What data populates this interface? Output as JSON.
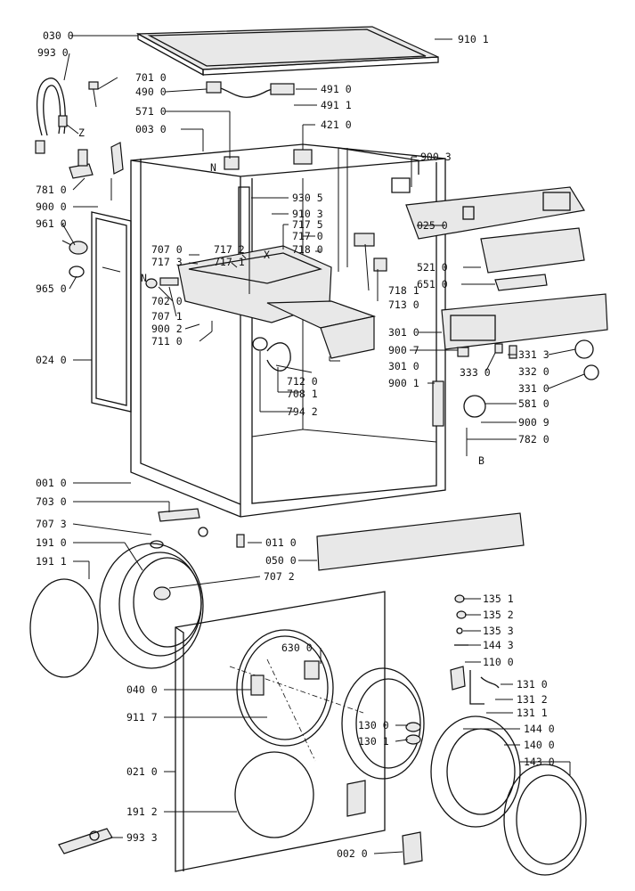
{
  "diagram": {
    "part_labels": [
      "030 0",
      "993 0",
      "701 0",
      "490 0",
      "571 0",
      "003 0",
      "781 0",
      "900 0",
      "961 0",
      "965 0",
      "024 0",
      "910 1",
      "491 0",
      "491 1",
      "421 0",
      "900 3",
      "930 5",
      "910 3",
      "717 5",
      "717 0",
      "718 0",
      "707 0",
      "717 2",
      "717 3",
      "717 1",
      "702 0",
      "707 1",
      "900 2",
      "711 0",
      "718 1",
      "713 0",
      "025 0",
      "521 0",
      "651 0",
      "301 0",
      "900 7",
      "301 0",
      "712 0",
      "708 1",
      "794 2",
      "333 0",
      "331 3",
      "332 0",
      "331 0",
      "900 1",
      "581 0",
      "900 9",
      "782 0",
      "001 0",
      "703 0",
      "707 3",
      "191 0",
      "191 1",
      "011 0",
      "050 0",
      "707 2",
      "135 1",
      "135 2",
      "135 3",
      "144 3",
      "110 0",
      "131 0",
      "131 2",
      "131 1",
      "630 0",
      "040 0",
      "911 7",
      "130 0",
      "130 1",
      "144 0",
      "140 0",
      "143 0",
      "021 0",
      "191 2",
      "993 3",
      "002 0"
    ],
    "markers": [
      "Z",
      "N",
      "X",
      "N",
      "B"
    ]
  }
}
